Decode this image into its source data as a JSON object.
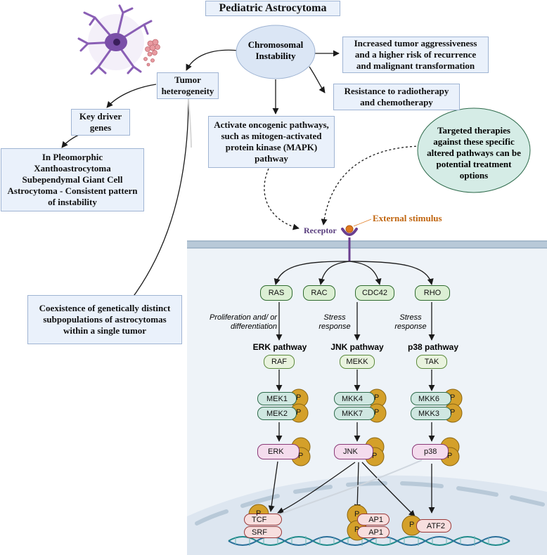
{
  "title": "Pediatric Astrocytoma",
  "chromosomal_instability": "Chromosomal Instability",
  "tumor_heterogeneity": "Tumor heterogeneity",
  "aggressiveness": "Increased tumor aggressiveness and a higher risk of recurrence and malignant transformation",
  "resistance": "Resistance to radiotherapy and chemotherapy",
  "activate_pathways": "Activate oncogenic pathways, such as mitogen-activated protein kinase (MAPK) pathway",
  "key_driver": "Key driver genes",
  "pleomorphic": "In Pleomorphic Xanthoastrocytoma Subependymal Giant Cell Astrocytoma - Consistent pattern of instability",
  "targeted": "Targeted therapies against these specific altered pathways can be potential treatment options",
  "coexistence": "Coexistence of genetically distinct subpopulations of astrocytomas within a single tumor",
  "receptor": "Receptor",
  "external_stimulus": "External stimulus",
  "gtpases": [
    "RAS",
    "RAC",
    "CDC42",
    "RHO"
  ],
  "annotations": {
    "proliferation": "Proliferation and/ or differentiation",
    "stress1": "Stress response",
    "stress2": "Stress response"
  },
  "pathways": {
    "erk": {
      "name": "ERK pathway",
      "kinase": "RAF",
      "mek_a": "MEK1",
      "mek_b": "MEK2",
      "mapk": "ERK"
    },
    "jnk": {
      "name": "JNK pathway",
      "kinase": "MEKK",
      "mek_a": "MKK4",
      "mek_b": "MKK7",
      "mapk": "JNK"
    },
    "p38": {
      "name": "p38 pathway",
      "kinase": "TAK",
      "mek_a": "MKK6",
      "mek_b": "MKK3",
      "mapk": "p38"
    }
  },
  "phospho": "P",
  "transcription_factors": {
    "tcf": "TCF",
    "srf": "SRF",
    "ap1_a": "AP1",
    "ap1_b": "AP1",
    "atf2": "ATF2"
  },
  "colors": {
    "box_fill": "#eaf1fb",
    "box_border": "#9fb4d3",
    "ellipse_blue": "#dbe6f5",
    "ellipse_teal": "#d5ece6",
    "phospho": "#d4a02a",
    "membrane": "#b8c9d8",
    "cell_fill": "#eef3f8",
    "dna": "#1f8a8a",
    "stimulus": "#e07a1f",
    "receptor": "#6b3f8f"
  }
}
